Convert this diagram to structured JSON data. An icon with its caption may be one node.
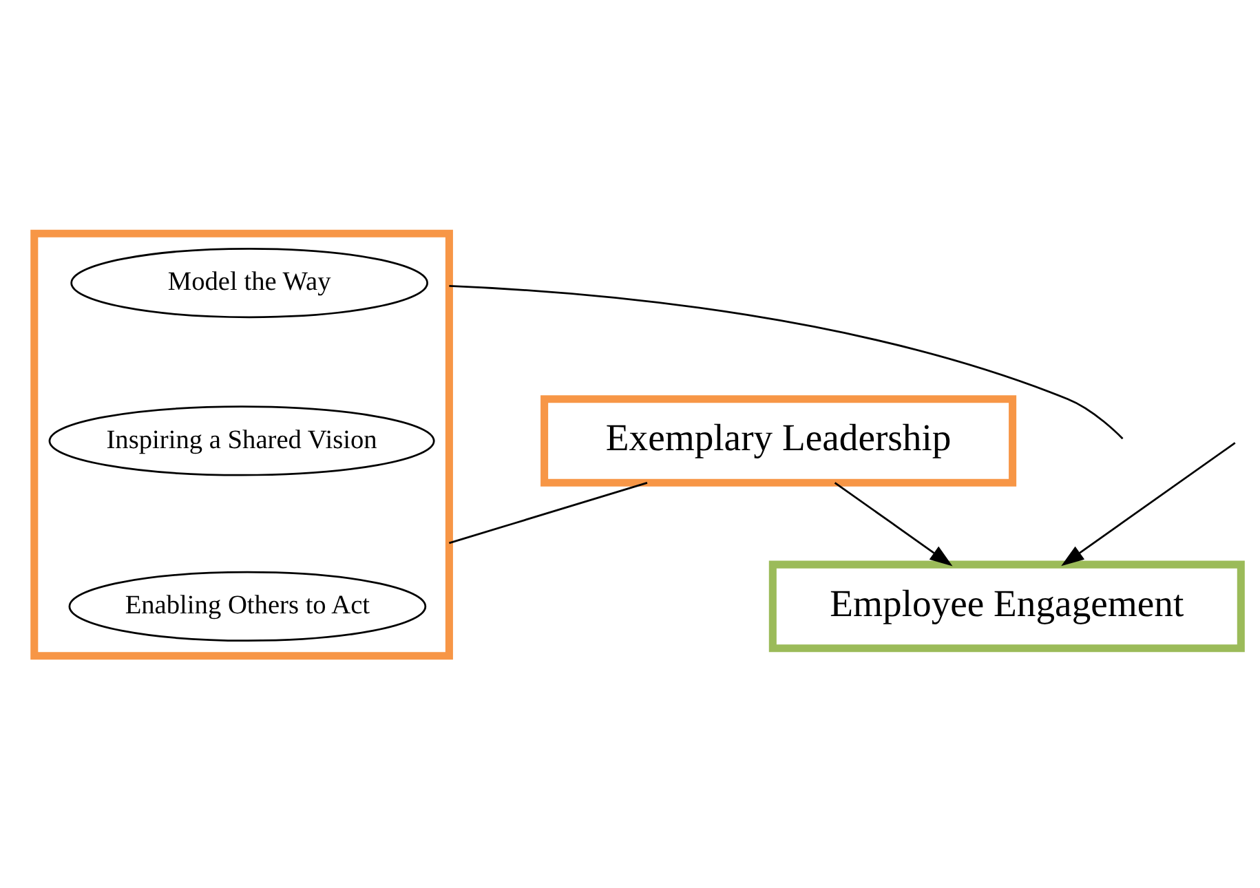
{
  "diagram": {
    "nodes": [
      {
        "text": [
          "Exemplary Leadership"
        ]
      },
      {
        "text": [],
        "shape": "box"
      },
      {
        "text": [
          "Model the Way"
        ],
        "in": 1
      },
      {
        "text": [
          "Inspiring a Shared Vision"
        ],
        "in": 1
      },
      {
        "text": [
          "Enabling Others to Act"
        ],
        "in": 1
      },
      {
        "text": [
          "Employee Engagement"
        ]
      }
    ],
    "edges": [
      {
        "from": 0,
        "to": 1,
        "arrow": "none"
      },
      {
        "from": 0,
        "to": 5,
        "arrow": "to"
      },
      {
        "from": 1,
        "to": null,
        "arrow": "none"
      },
      {
        "from": null,
        "to": 5,
        "arrow": "to"
      }
    ]
  }
}
